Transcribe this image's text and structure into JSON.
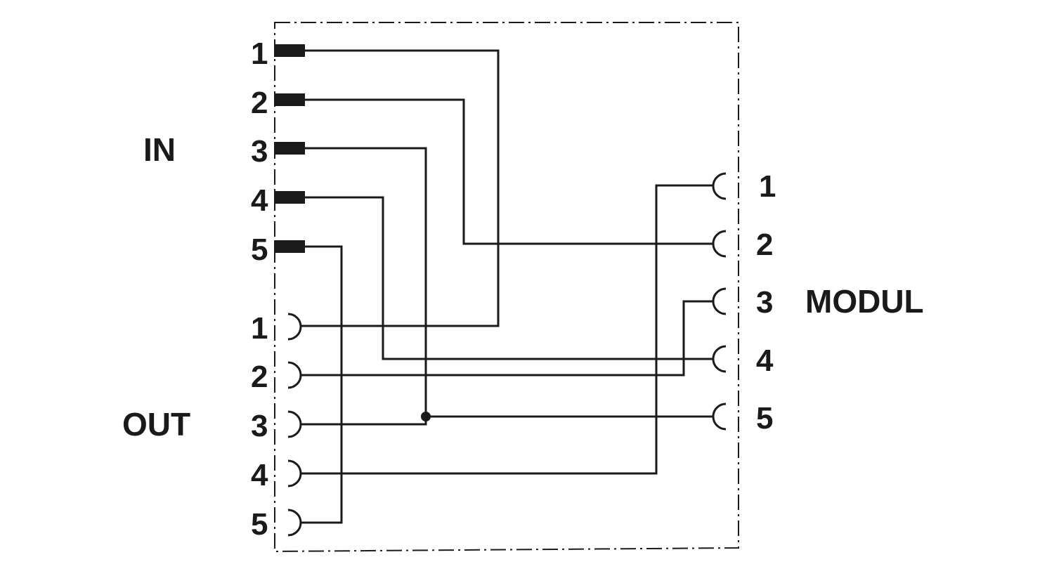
{
  "diagram": {
    "groups": {
      "in": "IN",
      "out": "OUT",
      "modul": "MODUL"
    },
    "in_pins": [
      "1",
      "2",
      "3",
      "4",
      "5"
    ],
    "out_pins": [
      "1",
      "2",
      "3",
      "4",
      "5"
    ],
    "modul_pins": [
      "1",
      "2",
      "3",
      "4",
      "5"
    ]
  }
}
